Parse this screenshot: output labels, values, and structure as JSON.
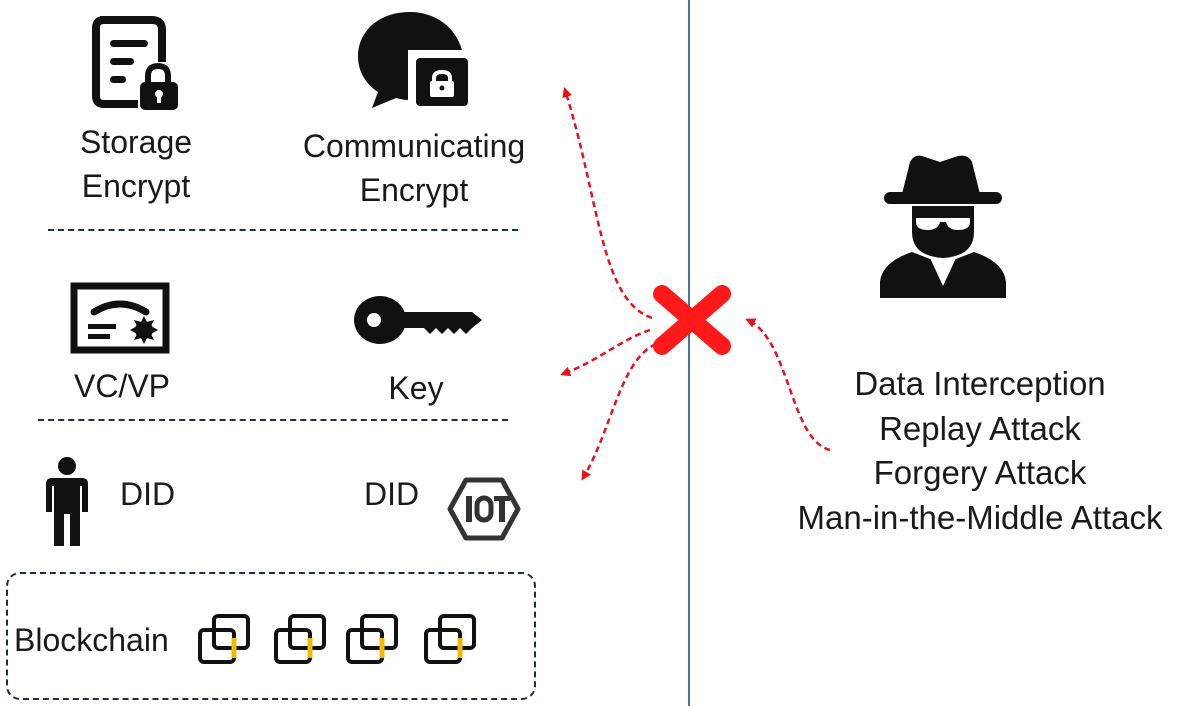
{
  "left_panel": {
    "storage": {
      "line1": "Storage",
      "line2": "Encrypt"
    },
    "communicating": {
      "line1": "Communicating",
      "line2": "Encrypt"
    },
    "vc": {
      "label": "VC/VP"
    },
    "key": {
      "label": "Key"
    },
    "did_person": {
      "label": "DID"
    },
    "did_iot": {
      "label": "DID"
    },
    "blockchain": {
      "label": "Blockchain"
    }
  },
  "attacks": [
    "Data Interception",
    "Replay Attack",
    "Forgery Attack",
    "Man-in-the-Middle Attack"
  ],
  "colors": {
    "arrow": "#e8111a",
    "cross": "#ff1a1a",
    "divider": "#4a6ea9",
    "dash": "#1f2d4d",
    "chain_accent": "#f5b800",
    "icon": "#111111"
  }
}
